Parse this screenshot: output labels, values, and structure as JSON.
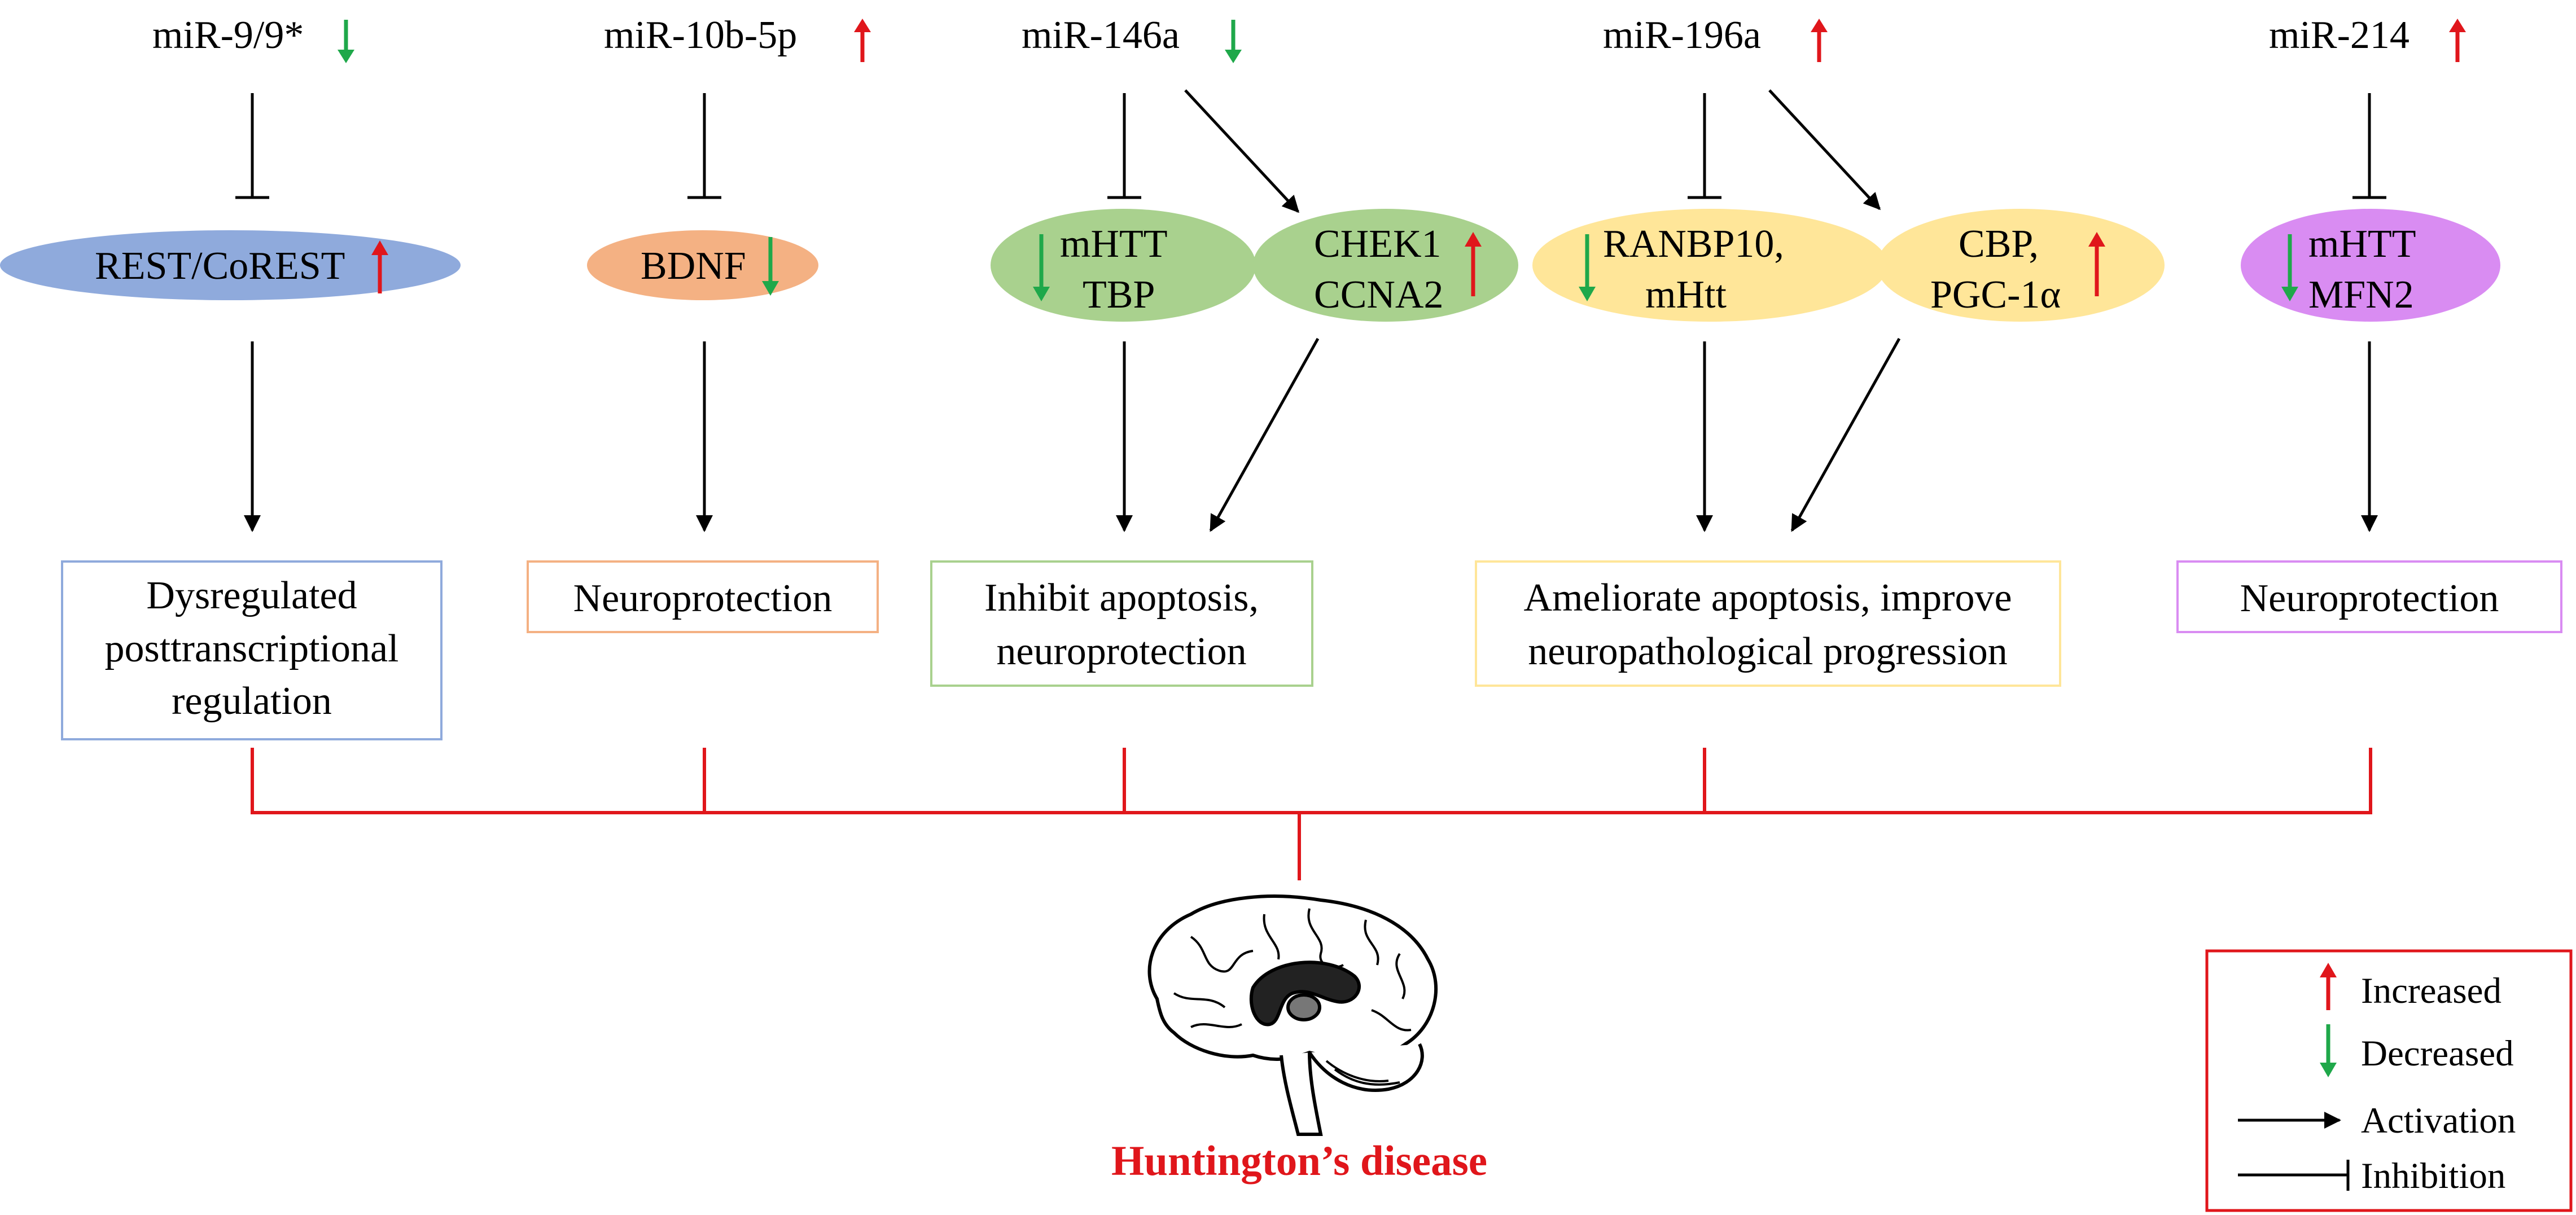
{
  "colors": {
    "increase": "#e0161b",
    "decrease": "#1fa84a",
    "activation": "#000000",
    "disease_link": "#e0161b",
    "rest_fill": "#8faadc",
    "bdnf_fill": "#f4b183",
    "mir146_fill": "#a9d18e",
    "mir196_fill": "#ffe699",
    "mir214_fill": "#d98cf2"
  },
  "mirnas": [
    {
      "label": "miR-9/9*",
      "trend": "decreased"
    },
    {
      "label": "miR-10b-5p",
      "trend": "increased"
    },
    {
      "label": "miR-146a",
      "trend": "decreased"
    },
    {
      "label": "miR-196a",
      "trend": "increased"
    },
    {
      "label": "miR-214",
      "trend": "increased"
    }
  ],
  "targets": {
    "rest": {
      "label": "REST/CoREST",
      "trend": "increased"
    },
    "bdnf": {
      "label": "BDNF",
      "trend": "decreased"
    },
    "mhtt_tbp": {
      "line1": "mHTT",
      "line2": "TBP",
      "trend": "decreased"
    },
    "chek1_ccna2": {
      "line1": "CHEK1",
      "line2": "CCNA2",
      "trend": "increased"
    },
    "ranbp10": {
      "line1": "RANBP10,",
      "line2": "mHtt",
      "trend": "decreased"
    },
    "cbp_pgc": {
      "line1": "CBP,",
      "line2": "PGC-1α",
      "trend": "increased"
    },
    "mhtt_mfn2": {
      "line1": "mHTT",
      "line2": "MFN2",
      "trend": "decreased"
    }
  },
  "outcomes": [
    {
      "lines": [
        "Dysregulated",
        "posttranscriptional",
        "regulation"
      ],
      "border": "#8faadc"
    },
    {
      "lines": [
        "Neuroprotection"
      ],
      "border": "#f4b183"
    },
    {
      "lines": [
        "Inhibit apoptosis,",
        "neuroprotection"
      ],
      "border": "#a9d18e"
    },
    {
      "lines": [
        "Ameliorate apoptosis, improve",
        "neuropathological progression"
      ],
      "border": "#ffe699"
    },
    {
      "lines": [
        "Neuroprotection"
      ],
      "border": "#d98cf2"
    }
  ],
  "disease": {
    "label": "Huntington’s disease",
    "brain_icon": "brain-icon"
  },
  "legend": {
    "increased": "Increased",
    "decreased": "Decreased",
    "activation": "Activation",
    "inhibition": "Inhibition"
  }
}
